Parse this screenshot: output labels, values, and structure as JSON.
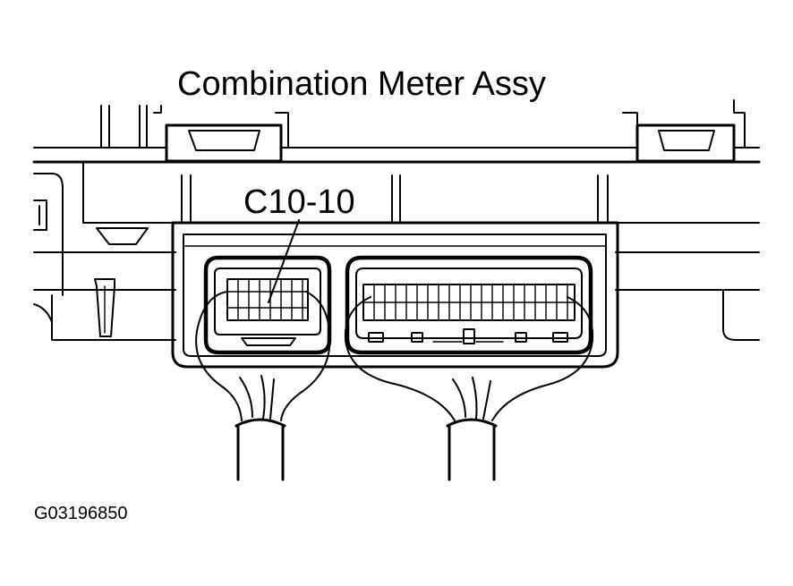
{
  "diagram": {
    "title": "Combination Meter Assy",
    "connector_label": "C10-10",
    "figure_code": "G03196850"
  },
  "colors": {
    "ink": "#000000",
    "paper": "#ffffff"
  }
}
